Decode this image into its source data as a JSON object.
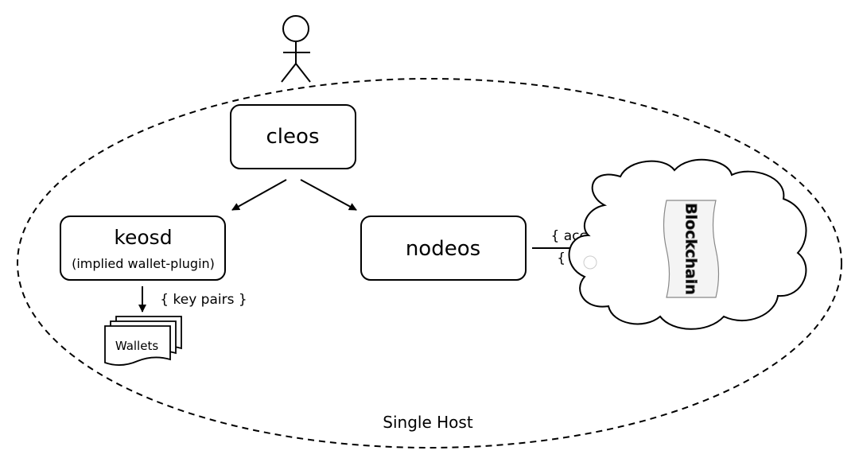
{
  "nodes": {
    "cleos": {
      "label": "cleos"
    },
    "keosd": {
      "label": "keosd",
      "sublabel": "(implied wallet-plugin)"
    },
    "nodeos": {
      "label": "nodeos"
    },
    "wallets": {
      "label": "Wallets"
    },
    "blockchain": {
      "label": "Blockchain"
    }
  },
  "edges": {
    "keosd_to_wallets": {
      "label": "{ key pairs }"
    },
    "nodeos_to_blockchain": {
      "label_line1": "{ accounts }",
      "label_line2": "{ actions }"
    }
  },
  "boundary": {
    "label": "Single Host"
  },
  "actor": {
    "icon": "stick-figure-user-icon"
  }
}
